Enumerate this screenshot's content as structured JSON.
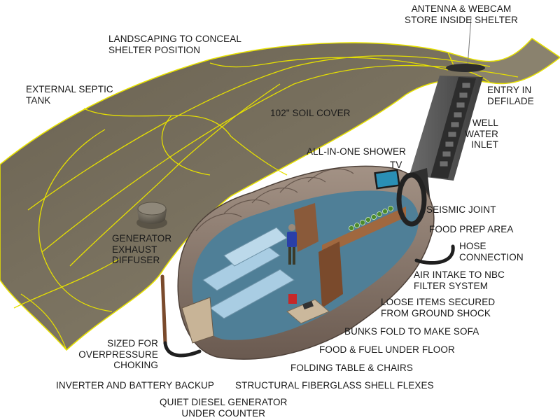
{
  "title": "Underground Shelter Cutaway Diagram",
  "colors": {
    "soil": "#7a7260",
    "soil_dark": "#5f5849",
    "soil_light": "#8d8571",
    "outline": "#e6e000",
    "shell": "#8a7a6e",
    "shell_dark": "#5d4f46",
    "interior_blue": "#9fc3dc",
    "wood": "#8a5a3a",
    "tv_screen": "#2a8fb5",
    "person_shirt": "#2a3fa8"
  },
  "labels": {
    "antenna": "ANTENNA & WEBCAM\nSTORE INSIDE SHELTER",
    "landscaping": "LANDSCAPING TO CONCEAL\nSHELTER POSITION",
    "septic": "EXTERNAL SEPTIC\nTANK",
    "entry": "ENTRY IN\nDEFILADE",
    "soil_cover": "102\" SOIL COVER",
    "well": "WELL\nWATER\nINLET",
    "shower": "ALL-IN-ONE SHOWER",
    "tv": "TV",
    "seismic": "SEISMIC JOINT",
    "food_prep": "FOOD PREP AREA",
    "generator_exhaust": "GENERATOR\nEXHAUST\nDIFFUSER",
    "hose": "HOSE\nCONNECTION",
    "air_intake": "AIR INTAKE TO NBC\nFILTER SYSTEM",
    "loose_items": "LOOSE ITEMS SECURED\nFROM GROUND SHOCK",
    "bunks": "BUNKS FOLD TO MAKE SOFA",
    "food_fuel": "FOOD & FUEL UNDER FLOOR",
    "overpressure": "SIZED FOR\nOVERPRESSURE\nCHOKING",
    "folding_table": "FOLDING TABLE & CHAIRS",
    "inverter": "INVERTER AND BATTERY BACKUP",
    "fiberglass": "STRUCTURAL FIBERGLASS SHELL FLEXES",
    "generator": "QUIET DIESEL GENERATOR\nUNDER COUNTER"
  }
}
